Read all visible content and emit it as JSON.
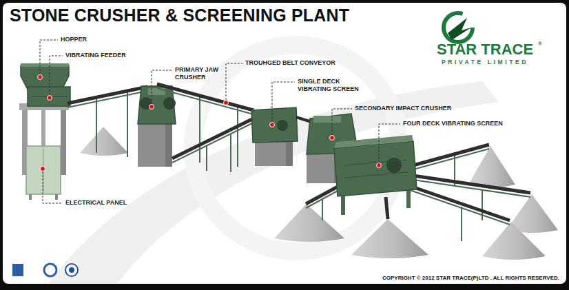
{
  "diagram": {
    "title": "STONE CRUSHER & SCREENING PLANT",
    "labels": [
      "HOPPER",
      "VIBRATING FEEDER",
      "PRIMARY JAW CRUSHER",
      "TROUHGED BELT CONVEYOR",
      "SINGLE DECK VIBRATING SCREEN",
      "SECONDARY IMPACT CRUSHER",
      "FOUR DECK VIBRATING SCREEN",
      "ELECTRICAL PANEL",
      "STAR TRACE",
      "®",
      "PRIVATE LIMITED",
      "COPYRIGHT © 2012 STAR TRACE(P)LTD . ALL RIGHTS RESERVED."
    ]
  }
}
